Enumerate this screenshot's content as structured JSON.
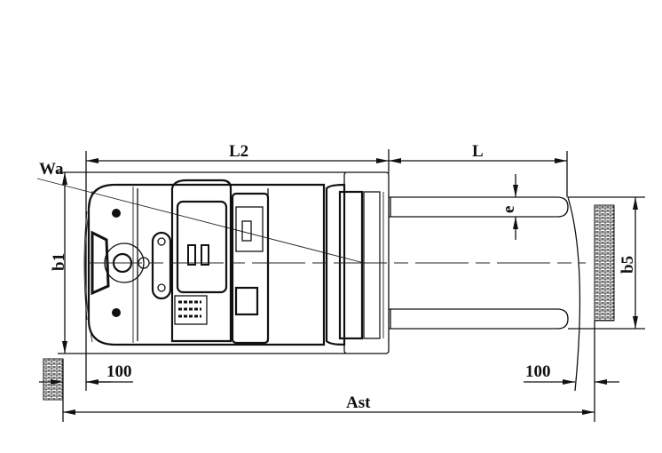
{
  "drawing": {
    "title": "Stacker truck top view dimensions",
    "labels": {
      "L2": "L2",
      "L": "L",
      "Wa": "Wa",
      "b1": "b1",
      "b5": "b5",
      "e": "e",
      "clearance_left": "100",
      "clearance_right": "100",
      "Ast": "Ast"
    }
  }
}
